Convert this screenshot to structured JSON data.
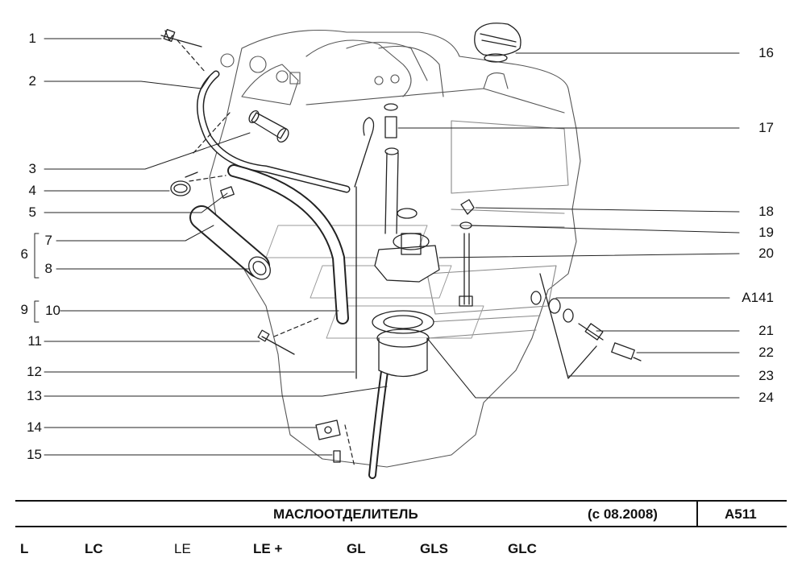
{
  "callouts": {
    "c1": "1",
    "c2": "2",
    "c3": "3",
    "c4": "4",
    "c5": "5",
    "c6": "6",
    "c7": "7",
    "c8": "8",
    "c9": "9",
    "c10": "10",
    "c11": "11",
    "c12": "12",
    "c13": "13",
    "c14": "14",
    "c15": "15",
    "c16": "16",
    "c17": "17",
    "c18": "18",
    "c19": "19",
    "c20": "20",
    "cA141": "A141",
    "c21": "21",
    "c22": "22",
    "c23": "23",
    "c24": "24"
  },
  "title_bar": {
    "title": "МАСЛООТДЕЛИТЕЛЬ",
    "date": "(с 08.2008)",
    "code": "A511"
  },
  "trims": [
    "L",
    "LC",
    "LE",
    "LE +",
    "GL",
    "GLS",
    "GLC"
  ]
}
